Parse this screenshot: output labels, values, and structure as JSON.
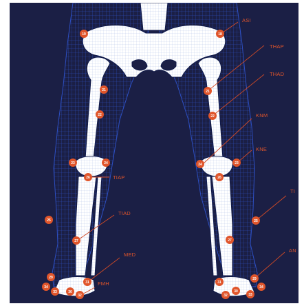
{
  "colors": {
    "background": "#1b1f45",
    "mesh": "#2d4fc2",
    "bone": "#ffffff",
    "bone_outline": "#101a4a",
    "marker": "#e0552b",
    "leader": "#d04a26"
  },
  "labels": {
    "asi": "ASI",
    "thap": "THAP",
    "thad": "THAD",
    "knm": "KNM",
    "kne": "KNE",
    "tiap": "TIAP",
    "tiad": "TIAD",
    "tib": "TI",
    "med": "MED",
    "fmh": "FMH",
    "ank": "AN"
  },
  "markers": {
    "left_asi": "19",
    "left_thap": "21",
    "left_thad": "22",
    "left_knm": "23",
    "left_kne": "24",
    "left_tiap": "26",
    "left_fibula": "25",
    "left_tiad": "27",
    "left_med": "31",
    "left_heel": "29",
    "left_toe_a": "34",
    "left_toe_b": "33",
    "left_toe_c": "30",
    "left_toe_d": "32",
    "right_asi": "18",
    "right_thap": "21",
    "right_thad": "22",
    "right_knm": "24",
    "right_kne": "23",
    "right_tiap": "26",
    "right_tib": "25",
    "right_tiad": "27",
    "right_med": "31",
    "right_ank": "29",
    "right_toe_a": "30",
    "right_toe_b": "34",
    "right_toe_c": "32",
    "right_toe_d": "33"
  }
}
